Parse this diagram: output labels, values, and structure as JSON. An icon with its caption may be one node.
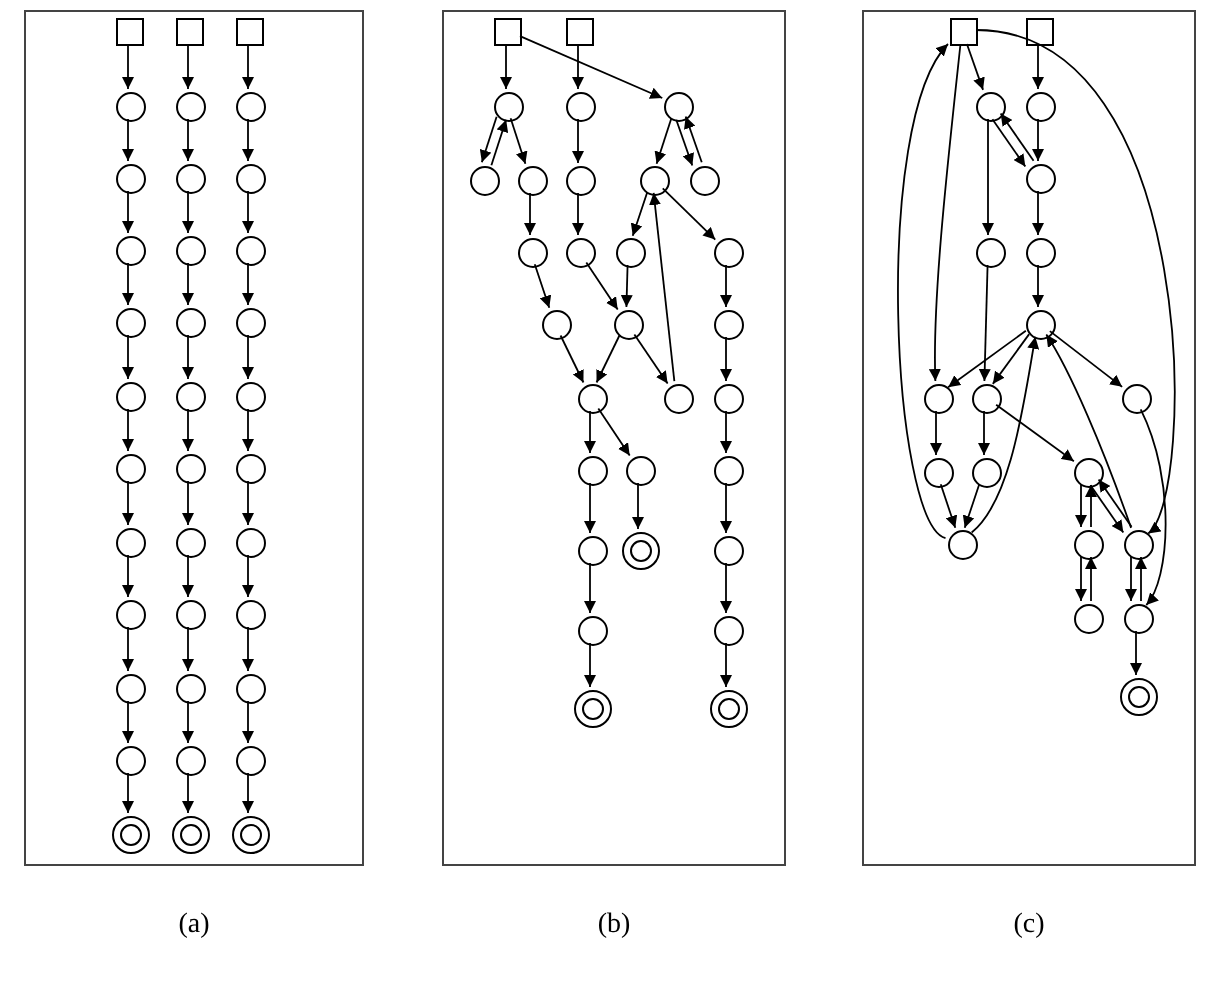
{
  "diagram": {
    "nodes": [
      {
        "text": [],
        "shape": "box",
        "beside": [
          "(a)"
        ]
      },
      {
        "text": [],
        "shape": "box",
        "beside": [
          "(b)"
        ]
      },
      {
        "text": [],
        "shape": "box",
        "beside": [
          "(c)"
        ]
      },
      {
        "text": [],
        "shape": "box",
        "in": 0
      },
      {
        "text": [],
        "shape": "circle",
        "in": 0
      },
      {
        "text": [],
        "shape": "circle",
        "in": 0
      },
      {
        "text": [],
        "shape": "circle",
        "in": 0
      },
      {
        "text": [],
        "shape": "circle",
        "in": 0
      },
      {
        "text": [],
        "shape": "circle",
        "in": 0
      },
      {
        "text": [],
        "shape": "circle",
        "in": 0
      },
      {
        "text": [],
        "shape": "circle",
        "in": 0
      },
      {
        "text": [],
        "shape": "circle",
        "in": 0
      },
      {
        "text": [],
        "shape": "circle",
        "in": 0
      },
      {
        "text": [],
        "shape": "circle",
        "in": 0
      },
      {
        "text": [],
        "shape": "ring",
        "in": 0
      },
      {
        "text": [],
        "shape": "box",
        "in": 0
      },
      {
        "text": [],
        "shape": "circle",
        "in": 0
      },
      {
        "text": [],
        "shape": "circle",
        "in": 0
      },
      {
        "text": [],
        "shape": "circle",
        "in": 0
      },
      {
        "text": [],
        "shape": "circle",
        "in": 0
      },
      {
        "text": [],
        "shape": "circle",
        "in": 0
      },
      {
        "text": [],
        "shape": "circle",
        "in": 0
      },
      {
        "text": [],
        "shape": "circle",
        "in": 0
      },
      {
        "text": [],
        "shape": "circle",
        "in": 0
      },
      {
        "text": [],
        "shape": "circle",
        "in": 0
      },
      {
        "text": [],
        "shape": "circle",
        "in": 0
      },
      {
        "text": [],
        "shape": "ring",
        "in": 0
      },
      {
        "text": [],
        "shape": "box",
        "in": 0
      },
      {
        "text": [],
        "shape": "circle",
        "in": 0
      },
      {
        "text": [],
        "shape": "circle",
        "in": 0
      },
      {
        "text": [],
        "shape": "circle",
        "in": 0
      },
      {
        "text": [],
        "shape": "circle",
        "in": 0
      },
      {
        "text": [],
        "shape": "circle",
        "in": 0
      },
      {
        "text": [],
        "shape": "circle",
        "in": 0
      },
      {
        "text": [],
        "shape": "circle",
        "in": 0
      },
      {
        "text": [],
        "shape": "circle",
        "in": 0
      },
      {
        "text": [],
        "shape": "circle",
        "in": 0
      },
      {
        "text": [],
        "shape": "circle",
        "in": 0
      },
      {
        "text": [],
        "shape": "ring",
        "in": 0
      },
      {
        "text": [],
        "shape": "box",
        "in": 1
      },
      {
        "text": [],
        "shape": "box",
        "in": 1
      },
      {
        "text": [],
        "shape": "circle",
        "in": 1
      },
      {
        "text": [],
        "shape": "circle",
        "in": 1
      },
      {
        "text": [],
        "shape": "circle",
        "in": 1
      },
      {
        "text": [],
        "shape": "circle",
        "in": 1
      },
      {
        "text": [],
        "shape": "circle",
        "in": 1
      },
      {
        "text": [],
        "shape": "circle",
        "in": 1
      },
      {
        "text": [],
        "shape": "circle",
        "in": 1
      },
      {
        "text": [],
        "shape": "circle",
        "in": 1
      },
      {
        "text": [],
        "shape": "circle",
        "in": 1
      },
      {
        "text": [],
        "shape": "circle",
        "in": 1
      },
      {
        "text": [],
        "shape": "circle",
        "in": 1
      },
      {
        "text": [],
        "shape": "circle",
        "in": 1
      },
      {
        "text": [],
        "shape": "circle",
        "in": 1
      },
      {
        "text": [],
        "shape": "circle",
        "in": 1
      },
      {
        "text": [],
        "shape": "circle",
        "in": 1
      },
      {
        "text": [],
        "shape": "circle",
        "in": 1
      },
      {
        "text": [],
        "shape": "circle",
        "in": 1
      },
      {
        "text": [],
        "shape": "circle",
        "in": 1
      },
      {
        "text": [],
        "shape": "circle",
        "in": 1
      },
      {
        "text": [],
        "shape": "circle",
        "in": 1
      },
      {
        "text": [],
        "shape": "circle",
        "in": 1
      },
      {
        "text": [],
        "shape": "circle",
        "in": 1
      },
      {
        "text": [],
        "shape": "ring",
        "in": 1
      },
      {
        "text": [],
        "shape": "circle",
        "in": 1
      },
      {
        "text": [],
        "shape": "circle",
        "in": 1
      },
      {
        "text": [],
        "shape": "circle",
        "in": 1
      },
      {
        "text": [],
        "shape": "ring",
        "in": 1
      },
      {
        "text": [],
        "shape": "ring",
        "in": 1
      },
      {
        "text": [],
        "shape": "box",
        "in": 2
      },
      {
        "text": [],
        "shape": "box",
        "in": 2
      },
      {
        "text": [],
        "shape": "circle",
        "in": 2
      },
      {
        "text": [],
        "shape": "circle",
        "in": 2
      },
      {
        "text": [],
        "shape": "circle",
        "in": 2
      },
      {
        "text": [],
        "shape": "circle",
        "in": 2
      },
      {
        "text": [],
        "shape": "circle",
        "in": 2
      },
      {
        "text": [],
        "shape": "circle",
        "in": 2
      },
      {
        "text": [],
        "shape": "circle",
        "in": 2
      },
      {
        "text": [],
        "shape": "circle",
        "in": 2
      },
      {
        "text": [],
        "shape": "circle",
        "in": 2
      },
      {
        "text": [],
        "shape": "circle",
        "in": 2
      },
      {
        "text": [],
        "shape": "circle",
        "in": 2
      },
      {
        "text": [],
        "shape": "circle",
        "in": 2
      },
      {
        "text": [],
        "shape": "circle",
        "in": 2
      },
      {
        "text": [],
        "shape": "circle",
        "in": 2
      },
      {
        "text": [],
        "shape": "circle",
        "in": 2
      },
      {
        "text": [],
        "shape": "circle",
        "in": 2
      },
      {
        "text": [],
        "shape": "circle",
        "in": 2
      },
      {
        "text": [],
        "shape": "ring",
        "in": 2
      }
    ],
    "edges": [
      {
        "from": 3,
        "to": 4,
        "arrow": "to"
      },
      {
        "from": 4,
        "to": 5,
        "arrow": "to"
      },
      {
        "from": 5,
        "to": 6,
        "arrow": "to"
      },
      {
        "from": 6,
        "to": 7,
        "arrow": "to"
      },
      {
        "from": 7,
        "to": 8,
        "arrow": "to"
      },
      {
        "from": 8,
        "to": 9,
        "arrow": "to"
      },
      {
        "from": 9,
        "to": 10,
        "arrow": "to"
      },
      {
        "from": 10,
        "to": 11,
        "arrow": "to"
      },
      {
        "from": 11,
        "to": 12,
        "arrow": "to"
      },
      {
        "from": 12,
        "to": 13,
        "arrow": "to"
      },
      {
        "from": 13,
        "to": 14,
        "arrow": "to"
      },
      {
        "from": 15,
        "to": 16,
        "arrow": "to"
      },
      {
        "from": 16,
        "to": 17,
        "arrow": "to"
      },
      {
        "from": 17,
        "to": 18,
        "arrow": "to"
      },
      {
        "from": 18,
        "to": 19,
        "arrow": "to"
      },
      {
        "from": 19,
        "to": 20,
        "arrow": "to"
      },
      {
        "from": 20,
        "to": 21,
        "arrow": "to"
      },
      {
        "from": 21,
        "to": 22,
        "arrow": "to"
      },
      {
        "from": 22,
        "to": 23,
        "arrow": "to"
      },
      {
        "from": 23,
        "to": 24,
        "arrow": "to"
      },
      {
        "from": 24,
        "to": 25,
        "arrow": "to"
      },
      {
        "from": 25,
        "to": 26,
        "arrow": "to"
      },
      {
        "from": 27,
        "to": 28,
        "arrow": "to"
      },
      {
        "from": 28,
        "to": 29,
        "arrow": "to"
      },
      {
        "from": 29,
        "to": 30,
        "arrow": "to"
      },
      {
        "from": 30,
        "to": 31,
        "arrow": "to"
      },
      {
        "from": 31,
        "to": 32,
        "arrow": "to"
      },
      {
        "from": 32,
        "to": 33,
        "arrow": "to"
      },
      {
        "from": 33,
        "to": 34,
        "arrow": "to"
      },
      {
        "from": 34,
        "to": 35,
        "arrow": "to"
      },
      {
        "from": 35,
        "to": 36,
        "arrow": "to"
      },
      {
        "from": 36,
        "to": 37,
        "arrow": "to"
      },
      {
        "from": 37,
        "to": 38,
        "arrow": "to"
      },
      {
        "from": 39,
        "to": 41,
        "arrow": "to"
      },
      {
        "from": 39,
        "to": 43,
        "arrow": "to"
      },
      {
        "from": 40,
        "to": 42,
        "arrow": "to"
      },
      {
        "from": 41,
        "to": 44,
        "arrow": "to"
      },
      {
        "from": 44,
        "to": 41,
        "arrow": "to"
      },
      {
        "from": 41,
        "to": 45,
        "arrow": "to"
      },
      {
        "from": 43,
        "to": 47,
        "arrow": "to"
      },
      {
        "from": 43,
        "to": 48,
        "arrow": "to"
      },
      {
        "from": 48,
        "to": 43,
        "arrow": "to"
      },
      {
        "from": 42,
        "to": 46,
        "arrow": "to"
      },
      {
        "from": 46,
        "to": 50,
        "arrow": "to"
      },
      {
        "from": 45,
        "to": 49,
        "arrow": "to"
      },
      {
        "from": 49,
        "to": 53,
        "arrow": "to"
      },
      {
        "from": 50,
        "to": 54,
        "arrow": "to"
      },
      {
        "from": 47,
        "to": 51,
        "arrow": "to"
      },
      {
        "from": 47,
        "to": 52,
        "arrow": "to"
      },
      {
        "from": 51,
        "to": 54,
        "arrow": "to"
      },
      {
        "from": 54,
        "to": 56,
        "arrow": "to"
      },
      {
        "from": 53,
        "to": 56,
        "arrow": "to"
      },
      {
        "from": 54,
        "to": 57,
        "arrow": "to"
      },
      {
        "from": 57,
        "to": 47,
        "arrow": "to"
      },
      {
        "from": 52,
        "to": 55,
        "arrow": "to"
      },
      {
        "from": 55,
        "to": 58,
        "arrow": "to"
      },
      {
        "from": 56,
        "to": 59,
        "arrow": "to"
      },
      {
        "from": 56,
        "to": 60,
        "arrow": "to"
      },
      {
        "from": 60,
        "to": 63,
        "arrow": "to"
      },
      {
        "from": 59,
        "to": 62,
        "arrow": "to"
      },
      {
        "from": 62,
        "to": 65,
        "arrow": "to"
      },
      {
        "from": 65,
        "to": 67,
        "arrow": "to"
      },
      {
        "from": 58,
        "to": 61,
        "arrow": "to"
      },
      {
        "from": 61,
        "to": 64,
        "arrow": "to"
      },
      {
        "from": 64,
        "to": 66,
        "arrow": "to"
      },
      {
        "from": 66,
        "to": 68,
        "arrow": "to"
      },
      {
        "from": 69,
        "to": 71,
        "arrow": "to"
      },
      {
        "from": 70,
        "to": 72,
        "arrow": "to"
      },
      {
        "from": 71,
        "to": 73,
        "arrow": "to"
      },
      {
        "from": 73,
        "to": 71,
        "arrow": "to"
      },
      {
        "from": 72,
        "to": 73,
        "arrow": "to"
      },
      {
        "from": 73,
        "to": 75,
        "arrow": "to"
      },
      {
        "from": 71,
        "to": 74,
        "arrow": "to"
      },
      {
        "from": 74,
        "to": 78,
        "arrow": "to"
      },
      {
        "from": 75,
        "to": 76,
        "arrow": "to"
      },
      {
        "from": 76,
        "to": 77,
        "arrow": "to"
      },
      {
        "from": 76,
        "to": 78,
        "arrow": "to"
      },
      {
        "from": 76,
        "to": 79,
        "arrow": "to"
      },
      {
        "from": 69,
        "to": 77,
        "arrow": "to"
      },
      {
        "from": 82,
        "to": 69,
        "arrow": "to"
      },
      {
        "from": 69,
        "to": 85,
        "arrow": "to"
      },
      {
        "from": 77,
        "to": 80,
        "arrow": "to"
      },
      {
        "from": 78,
        "to": 81,
        "arrow": "to"
      },
      {
        "from": 80,
        "to": 82,
        "arrow": "to"
      },
      {
        "from": 81,
        "to": 82,
        "arrow": "to"
      },
      {
        "from": 82,
        "to": 76,
        "arrow": "to"
      },
      {
        "from": 78,
        "to": 83,
        "arrow": "to"
      },
      {
        "from": 83,
        "to": 84,
        "arrow": "to"
      },
      {
        "from": 84,
        "to": 83,
        "arrow": "to"
      },
      {
        "from": 84,
        "to": 86,
        "arrow": "to"
      },
      {
        "from": 86,
        "to": 84,
        "arrow": "to"
      },
      {
        "from": 83,
        "to": 85,
        "arrow": "to"
      },
      {
        "from": 85,
        "to": 83,
        "arrow": "to"
      },
      {
        "from": 85,
        "to": 76,
        "arrow": "to"
      },
      {
        "from": 85,
        "to": 87,
        "arrow": "to"
      },
      {
        "from": 87,
        "to": 85,
        "arrow": "to"
      },
      {
        "from": 87,
        "to": 88,
        "arrow": "to"
      },
      {
        "from": 79,
        "to": 87,
        "arrow": "to"
      }
    ]
  }
}
